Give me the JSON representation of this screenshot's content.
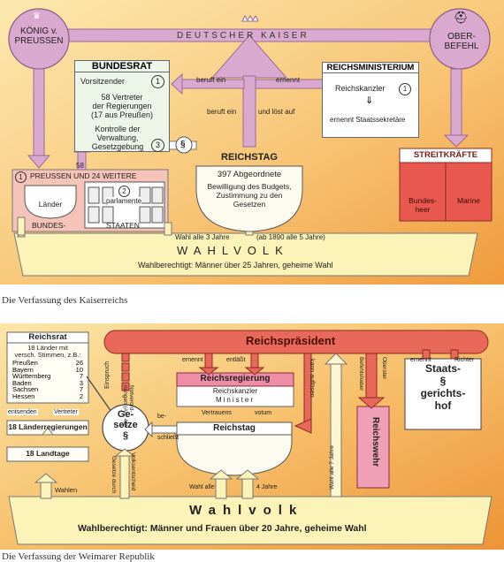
{
  "top": {
    "koenig": [
      "KÖNIG v.",
      "PREUSSEN"
    ],
    "kaiser": "DEUTSCHER KAISER",
    "oberbefehl": [
      "OBER-",
      "BEFEHL"
    ],
    "bundesrat": {
      "title": "BUNDESRAT",
      "vorsitzender": "Vorsitzender",
      "num1": "1",
      "vertreter": [
        "58 Vertreter",
        "der Regierungen",
        "(17 aus Preußen)"
      ],
      "kontrolle": [
        "Kontrolle der",
        "Verwaltung,",
        "Gesetzgebung"
      ],
      "num3": "3"
    },
    "beruft_ein_1": "beruft ein",
    "ernennt": "ernennt",
    "beruft_ein_2": "beruft ein",
    "und_loest_auf": "und löst auf",
    "reichsministerium": {
      "title": "REICHSMINISTERIUM",
      "kanzler": "Reichskanzler",
      "num1": "1",
      "staatssekretaere": "ernennt Staatssekretäre"
    },
    "paragraph": "§",
    "reichstag": {
      "title": "REICHSTAG",
      "abgeordnete": "397 Abgeordnete",
      "bewilligung": [
        "Bewilligung des Budgets,",
        "Zustimmung zu den",
        "Gesetzen"
      ]
    },
    "streitkraefte": {
      "title": "STREITKRÄFTE",
      "bundesheer": [
        "Bundes-",
        "heer"
      ],
      "marine": "Marine"
    },
    "num58": "58",
    "preussen": {
      "num1": "1",
      "title": "PREUSSEN UND 24 WEITERE",
      "laender": "Länder",
      "num2": "2",
      "parlamente": "parlamente",
      "bundes": "BUNDES-",
      "staaten": "STAATEN"
    },
    "wahl3": "Wahl alle 3 Jahre",
    "wahl5": "(ab 1890 alle 5 Jahre)",
    "wahlvolk": "WAHLVOLK",
    "wahlberechtigt": "Wahlberechtigt: Männer über 25 Jahren, geheime Wahl",
    "caption": "Die Verfassung des Kaiserreichs"
  },
  "bottom": {
    "reichsrat": {
      "title": "Reichsrat",
      "intro": [
        "18 Länder mit",
        "versch. Stimmen, z.B.:"
      ],
      "laender": [
        {
          "name": "Preußen",
          "stimmen": "26"
        },
        {
          "name": "Bayern",
          "stimmen": "10"
        },
        {
          "name": "Württemberg",
          "stimmen": "7"
        },
        {
          "name": "Baden",
          "stimmen": "3"
        },
        {
          "name": "Sachsen",
          "stimmen": "7"
        },
        {
          "name": "Hessen",
          "stimmen": "2"
        }
      ]
    },
    "entsenden": "entsenden",
    "vertreter": "Vertreter",
    "laenderregierungen": "18 Länderregierungen",
    "landtage": "18 Landtage",
    "wahlen": "Wahlen",
    "einspruch": "Einspruch",
    "notverordnungen": [
      "Notverord-",
      "nungen (Art. 48)"
    ],
    "gesetze": [
      "Ge-",
      "setze",
      "§"
    ],
    "reichspraesident": "Reichspräsident",
    "ernennt": "ernennt",
    "entlaesst": "entläßt",
    "kann_aufloesen": "kann auflösen",
    "befehlshaber": "Befehlshaber",
    "oberster": "Oberster",
    "ernennt_2": "ernennt",
    "richter": "Richter",
    "reichsregierung": {
      "title": "Reichsregierung",
      "kanzler": "Reichskanzler",
      "minister": "Minister"
    },
    "beschliesst": [
      "be-",
      "schließt"
    ],
    "vertrauens": "Vertrauens",
    "votum": "votum",
    "reichstag": "Reichstag",
    "reichswehr": "Reichswehr",
    "staatsgericht": [
      "Staats-",
      "§",
      "gerichts-",
      "hof"
    ],
    "gesetze_durch": "Gesetze durch",
    "volksentscheid": "Volksentscheid",
    "wahl_alle": "Wahl alle",
    "vier_jahre": "4 Jahre",
    "wahl_7": "Wahl alle 7 Jahre",
    "wahlvolk": "Wahlvolk",
    "wahlberechtigt": "Wahlberechtigt: Männer und Frauen über 20 Jahre, geheime Wahl",
    "caption": "Die Verfassung der Weimarer Republik"
  }
}
